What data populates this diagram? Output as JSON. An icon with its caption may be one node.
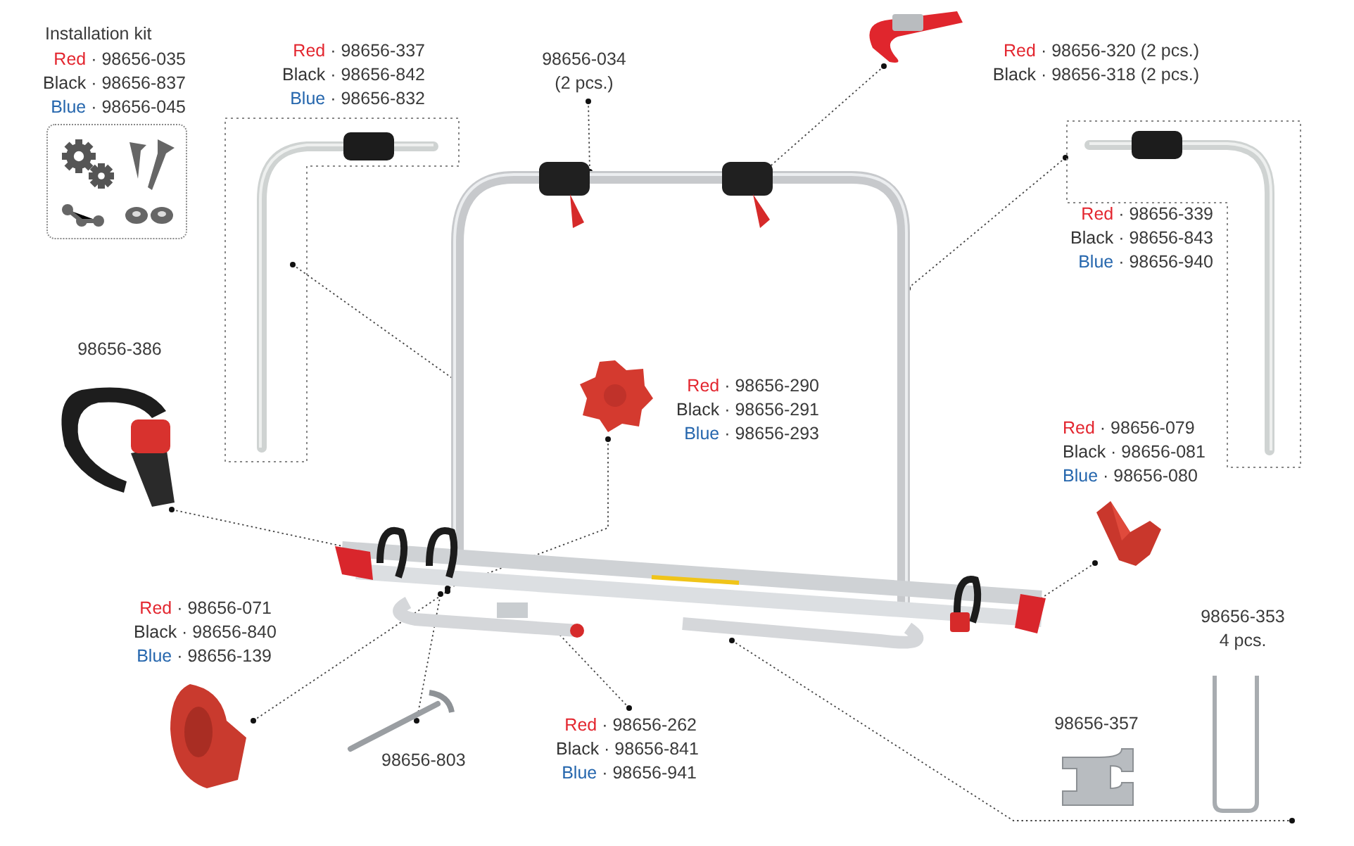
{
  "diagram": {
    "nodes": [
      {
        "text": [
          "Installation kit",
          "Red · 98656-035",
          "Black · 98656-837",
          "Blue · 98656-045"
        ]
      },
      {
        "text": [
          "Red · 98656-337",
          "Black · 98656-842",
          "Blue · 98656-832"
        ]
      },
      {
        "text": [],
        "shape": "picture"
      },
      {
        "text": [
          "98656-034 (2 pcs.)"
        ]
      },
      {
        "text": [
          "Red · 98656-320 (2 pcs.)",
          "Black · 98656-318 (2 pcs.)"
        ]
      },
      {
        "text": [
          "Red · 98656-339",
          "Black · 98656-843",
          "Blue · 98656-940"
        ]
      },
      {
        "text": [
          "98656-386"
        ]
      },
      {
        "text": [
          "Red · 98656-290",
          "Black · 98656-291",
          "Blue · 98656-293"
        ],
        "in": 2
      },
      {
        "text": [
          "Red · 98656-079",
          "Black · 98656-081",
          "Blue · 98656-080"
        ]
      },
      {
        "text": [
          "Red · 98656-071",
          "Black · 98656-840",
          "Blue · 98656-139"
        ]
      },
      {
        "text": [
          "98656-803"
        ]
      },
      {
        "text": [
          "Red · 98656-262",
          "Black · 98656-841",
          "Blue · 98656-941"
        ]
      },
      {
        "text": [
          "98656-357"
        ]
      },
      {
        "text": [
          "98656-353 4 pcs."
        ]
      }
    ],
    "edges": [
      {
        "from": 1,
        "to": 2,
        "arrow": "other"
      },
      {
        "from": 3,
        "to": 2,
        "arrow": "other"
      },
      {
        "from": 4,
        "to": 2,
        "arrow": "other"
      },
      {
        "from": 5,
        "to": 2,
        "arrow": "other"
      },
      {
        "from": 6,
        "to": 2,
        "arrow": "other"
      },
      {
        "from": 7,
        "to": 2,
        "arrow": "other"
      },
      {
        "from": 8,
        "to": 2,
        "arrow": "other"
      },
      {
        "from": 9,
        "to": 2,
        "arrow": "other"
      },
      {
        "from": 10,
        "to": 2,
        "arrow": "other"
      },
      {
        "from": 11,
        "to": 2,
        "arrow": "other"
      },
      {
        "from": 2,
        "to": 13,
        "arrow": "other"
      }
    ]
  }
}
